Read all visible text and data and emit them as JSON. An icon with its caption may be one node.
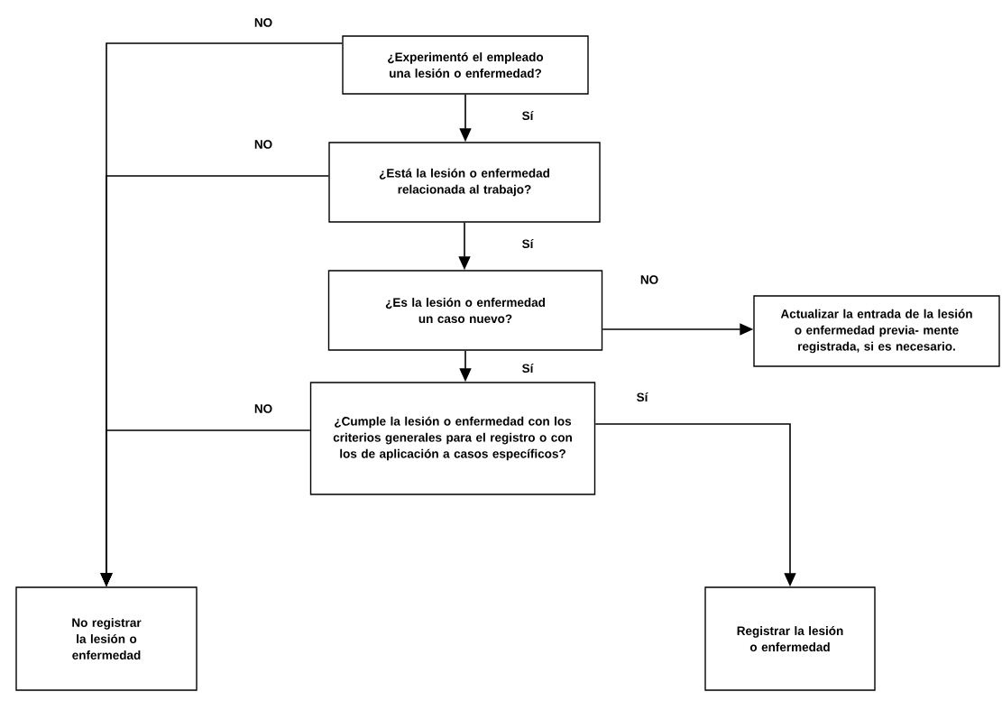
{
  "diagram": {
    "nodes": [
      {
        "text": [
          "¿Experimentó el empleado una lesión o enfermedad?"
        ]
      },
      {
        "text": [
          "¿Está la lesión o enfermedad relacionada al trabajo?"
        ]
      },
      {
        "text": [
          "¿Es la lesión o enfermedad un caso nuevo?"
        ]
      },
      {
        "text": [
          "Actualizar la entrada de la lesión o enfermedad previa- mente registrada, si es necesario."
        ]
      },
      {
        "text": [
          "¿Cumple la lesión o enfermedad con los criterios generales para el registro o con los de aplicación a casos específicos?"
        ]
      },
      {
        "text": [
          "No registrar la lesión o enfermedad"
        ]
      },
      {
        "text": [
          "Registrar la lesión o enfermedad"
        ]
      }
    ],
    "edges": [
      {
        "from": 0,
        "to": 1,
        "arrow": "to",
        "label": "Sí"
      },
      {
        "from": 1,
        "to": 2,
        "arrow": "to",
        "label": "Sí"
      },
      {
        "from": 2,
        "to": 3,
        "arrow": "to",
        "label": "NO"
      },
      {
        "from": 2,
        "to": 4,
        "arrow": "to",
        "label": "Sí"
      },
      {
        "from": 4,
        "to": 6,
        "arrow": "to",
        "label": "Sí"
      },
      {
        "from": 0,
        "to": 5,
        "arrow": "to",
        "label": "NO"
      },
      {
        "from": 1,
        "to": 5,
        "arrow": "to",
        "label": "NO"
      },
      {
        "from": 4,
        "to": 5,
        "arrow": "to",
        "label": "NO"
      }
    ]
  }
}
